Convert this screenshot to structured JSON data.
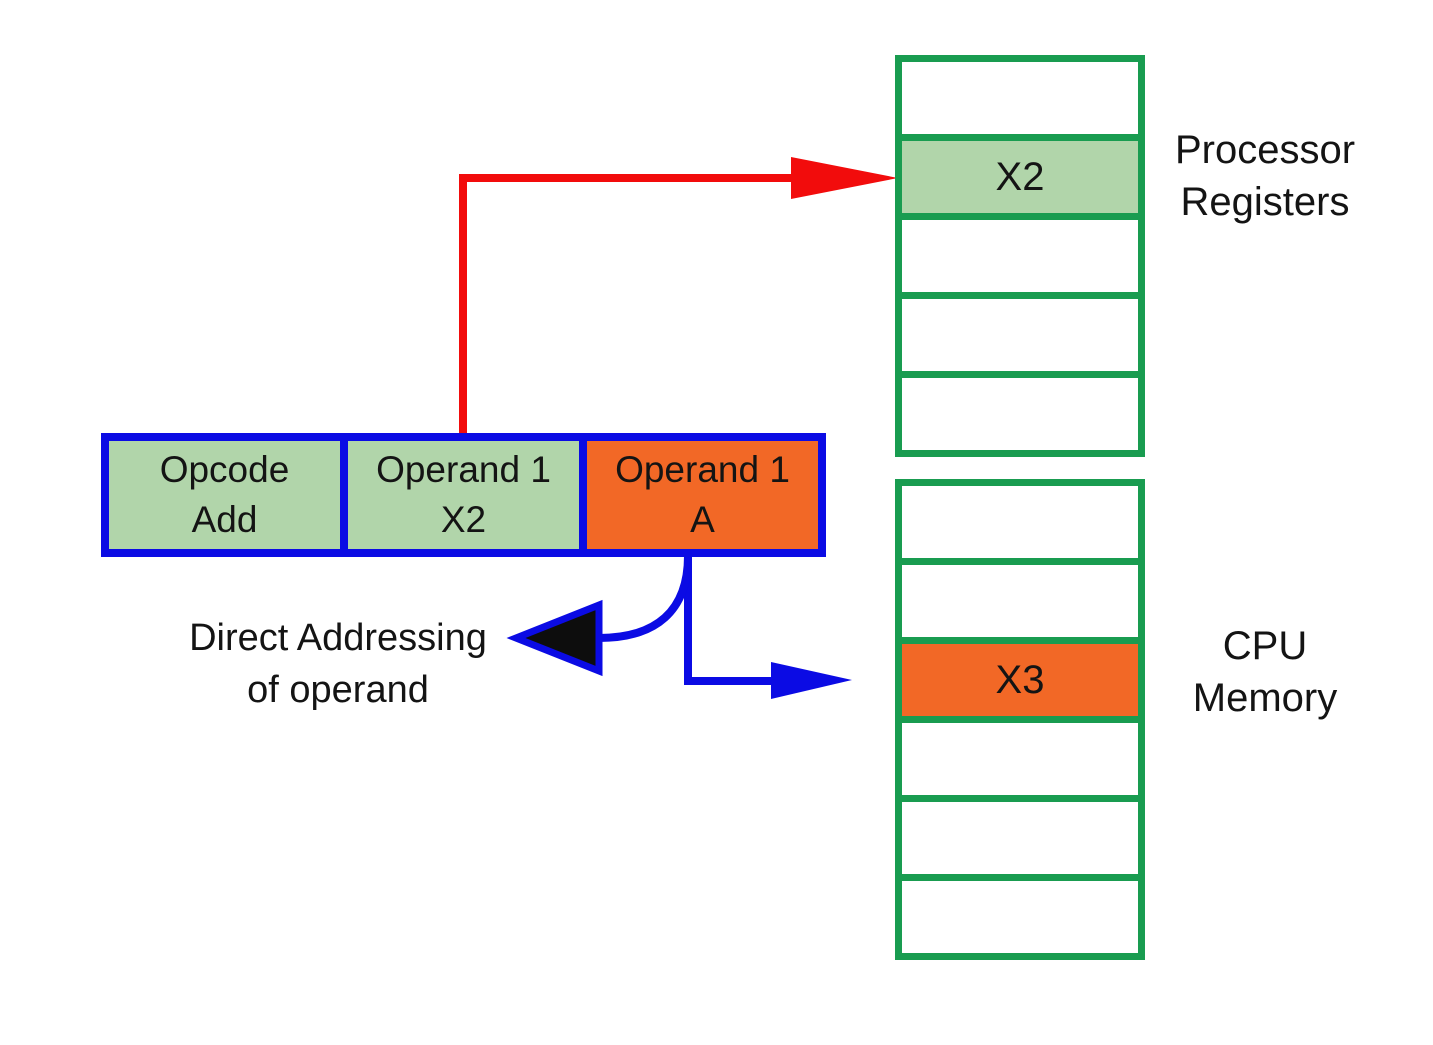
{
  "instruction": {
    "cells": [
      {
        "line1": "Opcode",
        "line2": "Add"
      },
      {
        "line1": "Operand 1",
        "line2": "X2"
      },
      {
        "line1": "Operand 1",
        "line2": "A"
      }
    ]
  },
  "registers": {
    "label": {
      "line1": "Processor",
      "line2": "Registers"
    },
    "rows": [
      "",
      "X2",
      "",
      "",
      ""
    ],
    "highlighted_row": "X2"
  },
  "memory": {
    "label": {
      "line1": "CPU",
      "line2": "Memory"
    },
    "rows": [
      "",
      "",
      "X3",
      "",
      "",
      ""
    ],
    "highlighted_row": "X3"
  },
  "annotation": {
    "line1": "Direct Addressing",
    "line2": "of operand"
  },
  "colors": {
    "green_fill": "#b1d5aa",
    "orange_fill": "#f26826",
    "green_border": "#199c50",
    "blue": "#0b0be4",
    "red": "#f20c0c",
    "text": "#141414"
  }
}
